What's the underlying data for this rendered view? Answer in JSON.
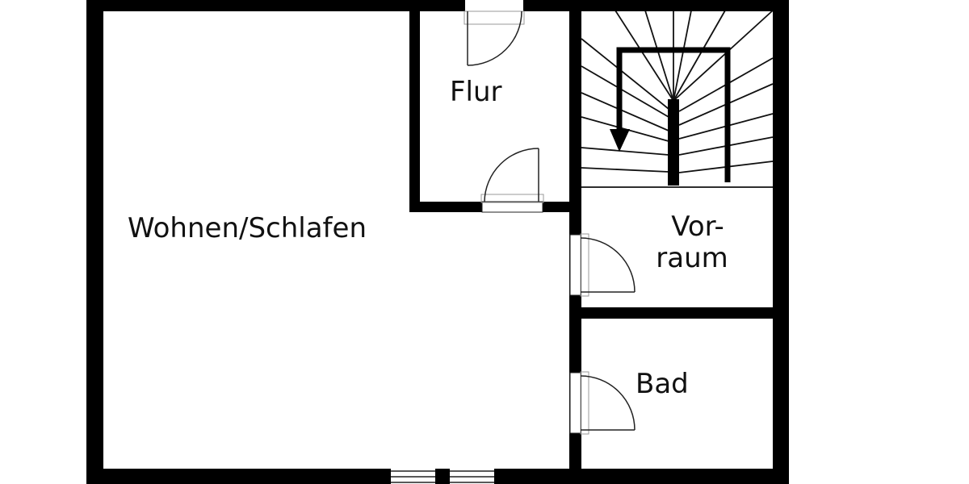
{
  "plan": {
    "type": "floor-plan",
    "colors": {
      "wall": "#000000",
      "background": "#ffffff",
      "line": "#222222",
      "frame": "#999999"
    },
    "rooms": [
      {
        "id": "wohnen",
        "label": "Wohnen/Schlafen"
      },
      {
        "id": "flur",
        "label": "Flur"
      },
      {
        "id": "vorraum",
        "label_line1": "Vor-",
        "label_line2": "raum"
      },
      {
        "id": "bad",
        "label": "Bad"
      },
      {
        "id": "treppe",
        "label": ""
      }
    ],
    "doors": [
      {
        "id": "door-flur-top",
        "location": "Flur top wall"
      },
      {
        "id": "door-flur-bottom",
        "location": "Flur bottom wall"
      },
      {
        "id": "door-vorraum",
        "location": "Vorraum left wall"
      },
      {
        "id": "door-bad",
        "location": "Bad left wall"
      }
    ],
    "windows": [
      {
        "id": "window-1",
        "location": "bottom wall left"
      },
      {
        "id": "window-2",
        "location": "bottom wall right"
      }
    ],
    "stair": {
      "direction": "down",
      "arrow_icon": "arrow-down-icon"
    }
  }
}
